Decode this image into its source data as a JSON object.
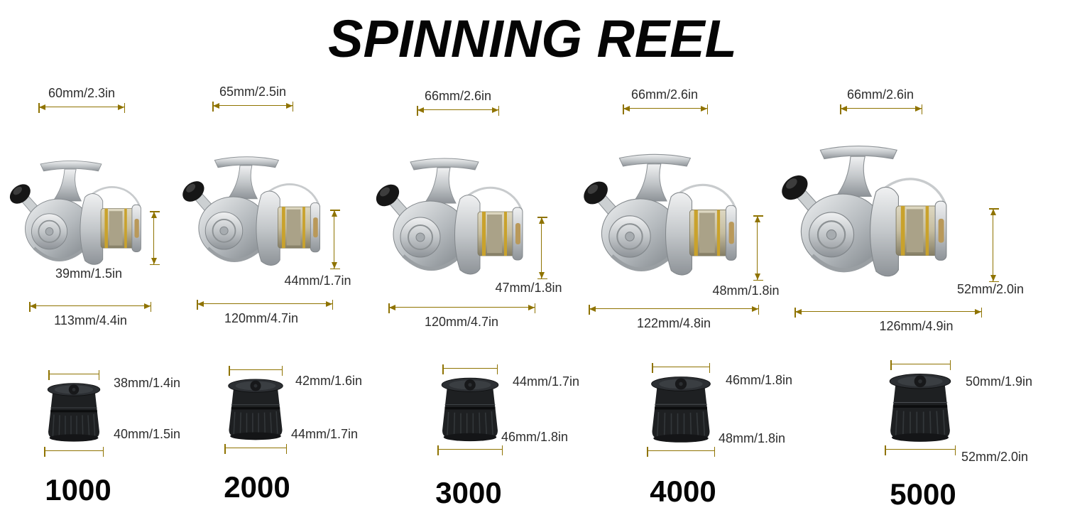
{
  "title": "SPINNING REEL",
  "accent_color": "#8f7300",
  "reels": [
    {
      "model": "1000",
      "top_width": "60mm/2.3in",
      "spool_height": "39mm/1.5in",
      "overall_width": "113mm/4.4in",
      "spare_spool": {
        "top_width": "38mm/1.4in",
        "bottom_width": "40mm/1.5in"
      }
    },
    {
      "model": "2000",
      "top_width": "65mm/2.5in",
      "spool_height": "44mm/1.7in",
      "overall_width": "120mm/4.7in",
      "spare_spool": {
        "top_width": "42mm/1.6in",
        "bottom_width": "44mm/1.7in"
      }
    },
    {
      "model": "3000",
      "top_width": "66mm/2.6in",
      "spool_height": "47mm/1.8in",
      "overall_width": "120mm/4.7in",
      "spare_spool": {
        "top_width": "44mm/1.7in",
        "bottom_width": "46mm/1.8in"
      }
    },
    {
      "model": "4000",
      "top_width": "66mm/2.6in",
      "spool_height": "48mm/1.8in",
      "overall_width": "122mm/4.8in",
      "spare_spool": {
        "top_width": "46mm/1.8in",
        "bottom_width": "48mm/1.8in"
      }
    },
    {
      "model": "5000",
      "top_width": "66mm/2.6in",
      "spool_height": "52mm/2.0in",
      "overall_width": "126mm/4.9in",
      "spare_spool": {
        "top_width": "50mm/1.9in",
        "bottom_width": "52mm/2.0in"
      }
    }
  ]
}
